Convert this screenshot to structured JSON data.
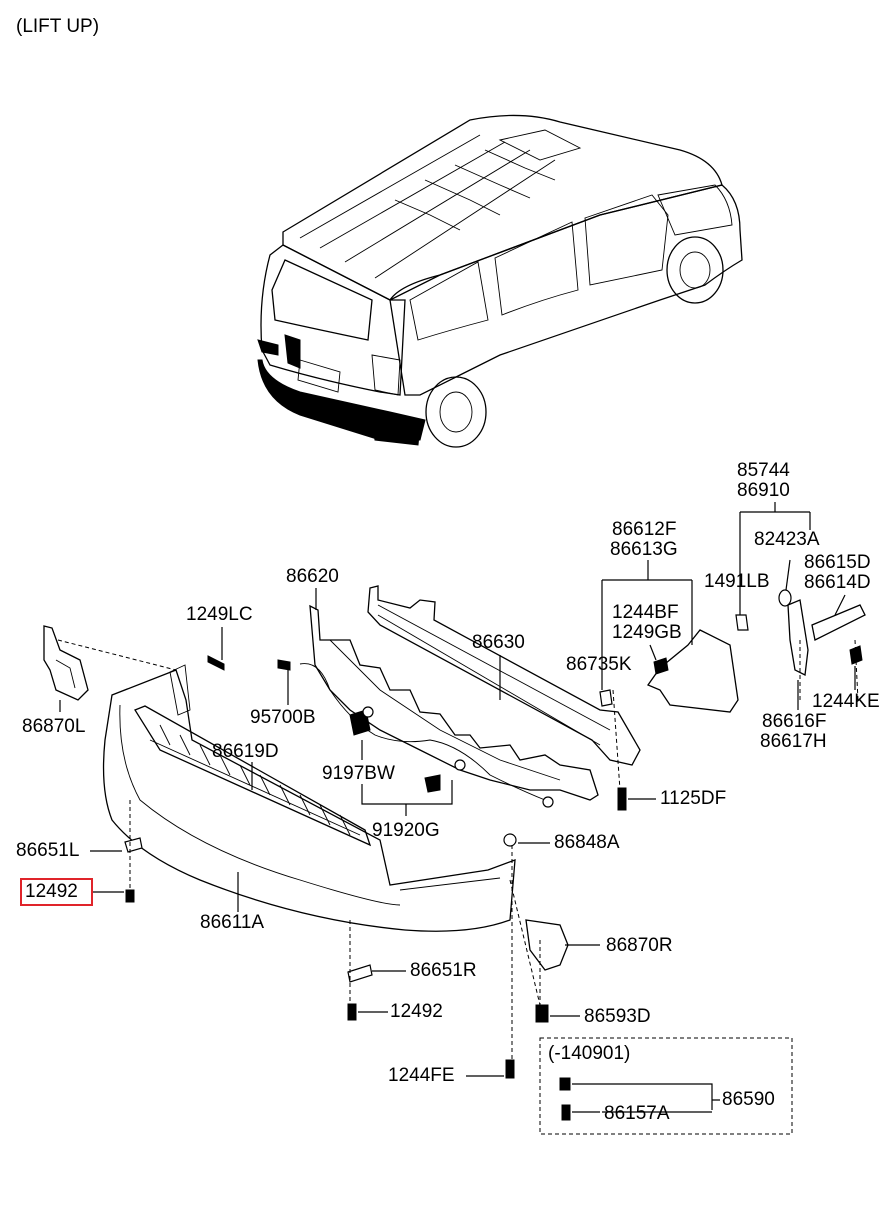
{
  "title": "(LIFT UP)",
  "highlight_color": "#e0242a",
  "parts": [
    {
      "id": "85744",
      "label": "85744"
    },
    {
      "id": "86910",
      "label": "86910"
    },
    {
      "id": "82423A",
      "label": "82423A"
    },
    {
      "id": "86615D",
      "label": "86615D"
    },
    {
      "id": "86614D",
      "label": "86614D"
    },
    {
      "id": "1491LB",
      "label": "1491LB"
    },
    {
      "id": "86612F",
      "label": "86612F"
    },
    {
      "id": "86613G",
      "label": "86613G"
    },
    {
      "id": "1244BF",
      "label": "1244BF"
    },
    {
      "id": "1249GB",
      "label": "1249GB"
    },
    {
      "id": "86735K",
      "label": "86735K"
    },
    {
      "id": "1244KE",
      "label": "1244KE"
    },
    {
      "id": "86616F",
      "label": "86616F"
    },
    {
      "id": "86617H",
      "label": "86617H"
    },
    {
      "id": "86620",
      "label": "86620"
    },
    {
      "id": "86630",
      "label": "86630"
    },
    {
      "id": "1249LC",
      "label": "1249LC"
    },
    {
      "id": "86870L",
      "label": "86870L"
    },
    {
      "id": "95700B",
      "label": "95700B"
    },
    {
      "id": "86619D",
      "label": "86619D"
    },
    {
      "id": "9197BW",
      "label": "9197BW"
    },
    {
      "id": "1125DF",
      "label": "1125DF"
    },
    {
      "id": "91920G",
      "label": "91920G"
    },
    {
      "id": "86651L",
      "label": "86651L"
    },
    {
      "id": "86848A",
      "label": "86848A"
    },
    {
      "id": "12492",
      "label": "12492",
      "highlighted": true
    },
    {
      "id": "86611A",
      "label": "86611A"
    },
    {
      "id": "86870R",
      "label": "86870R"
    },
    {
      "id": "86651R",
      "label": "86651R"
    },
    {
      "id": "12492b",
      "label": "12492"
    },
    {
      "id": "86593D",
      "label": "86593D"
    },
    {
      "id": "1244FE",
      "label": "1244FE"
    },
    {
      "id": "86590",
      "label": "86590"
    },
    {
      "id": "86157A",
      "label": "86157A"
    }
  ],
  "notes": {
    "date_range": "(-140901)"
  }
}
